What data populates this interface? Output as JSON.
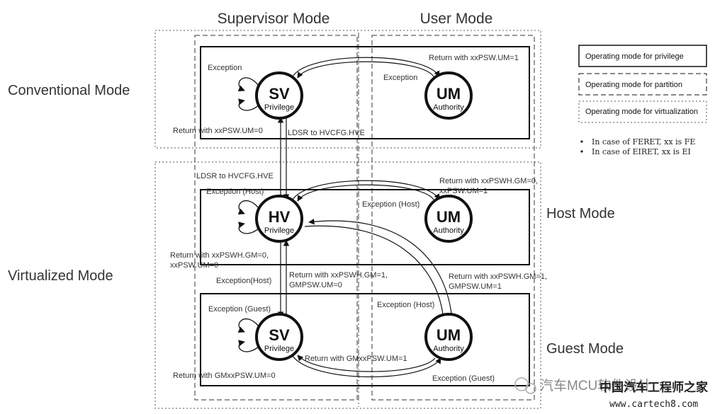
{
  "headers": {
    "supervisor": "Supervisor  Mode",
    "user": "User Mode"
  },
  "side_labels": {
    "conventional": "Conventional Mode",
    "virtualized": "Virtualized Mode",
    "host": "Host Mode",
    "guest": "Guest Mode"
  },
  "states": {
    "sv_conv": {
      "abbr": "SV",
      "desc": "Privilege"
    },
    "um_conv": {
      "abbr": "UM",
      "desc": "Authority"
    },
    "hv_host": {
      "abbr": "HV",
      "desc": "Privilege"
    },
    "um_host": {
      "abbr": "UM",
      "desc": "Authority"
    },
    "sv_guest": {
      "abbr": "SV",
      "desc": "Privilege"
    },
    "um_guest": {
      "abbr": "UM",
      "desc": "Authority"
    }
  },
  "transitions": {
    "conv_exception_self": "Exception",
    "conv_return_um1": "Return with xxPSW.UM=1",
    "conv_exception": "Exception",
    "conv_return_um0": "Return with xxPSW.UM=0",
    "ldsr_to_hve_1": "LDSR to HVCFG.HVE",
    "ldsr_to_hve_2": "LDSR to HVCFG.HVE",
    "host_exception_self": "Exception (Host)",
    "host_return_gm0_l1": "Return with xxPSWH.GM=0,",
    "host_return_gm0_l2": "xxPSW.UM=1",
    "host_exception": "Exception (Host)",
    "host_return_um0_l1": "Return with xxPSWH.GM=0,",
    "host_return_um0_l2": "xxPSW.UM=0",
    "exception_host_left": "Exception(Host)",
    "return_gm1_um0_l1": "Return with xxPSWH.GM=1,",
    "return_gm1_um0_l2": "GMPSW.UM=0",
    "return_gm1_um1_l1": "Return with xxPSWH.GM=1,",
    "return_gm1_um1_l2": "GMPSW.UM=1",
    "exception_host_right": "Exception (Host)",
    "guest_exception_self": "Exception (Guest)",
    "guest_return_um1": "Return with GMxxPSW.UM=1",
    "guest_return_um0": "Return with GMxxPSW.UM=0",
    "guest_exception": "Exception (Guest)"
  },
  "legend": {
    "privilege": "Operating mode for privilege",
    "partition": "Operating mode for partition",
    "virtualization": "Operating mode for virtualization"
  },
  "notes": [
    "In case of FERET, xx is FE",
    "In case of EIRET, xx is EI"
  ],
  "watermark": {
    "brand": "汽车MCU软件设计",
    "site_name": "中国汽车工程师之家",
    "url": "www.cartech8.com"
  }
}
